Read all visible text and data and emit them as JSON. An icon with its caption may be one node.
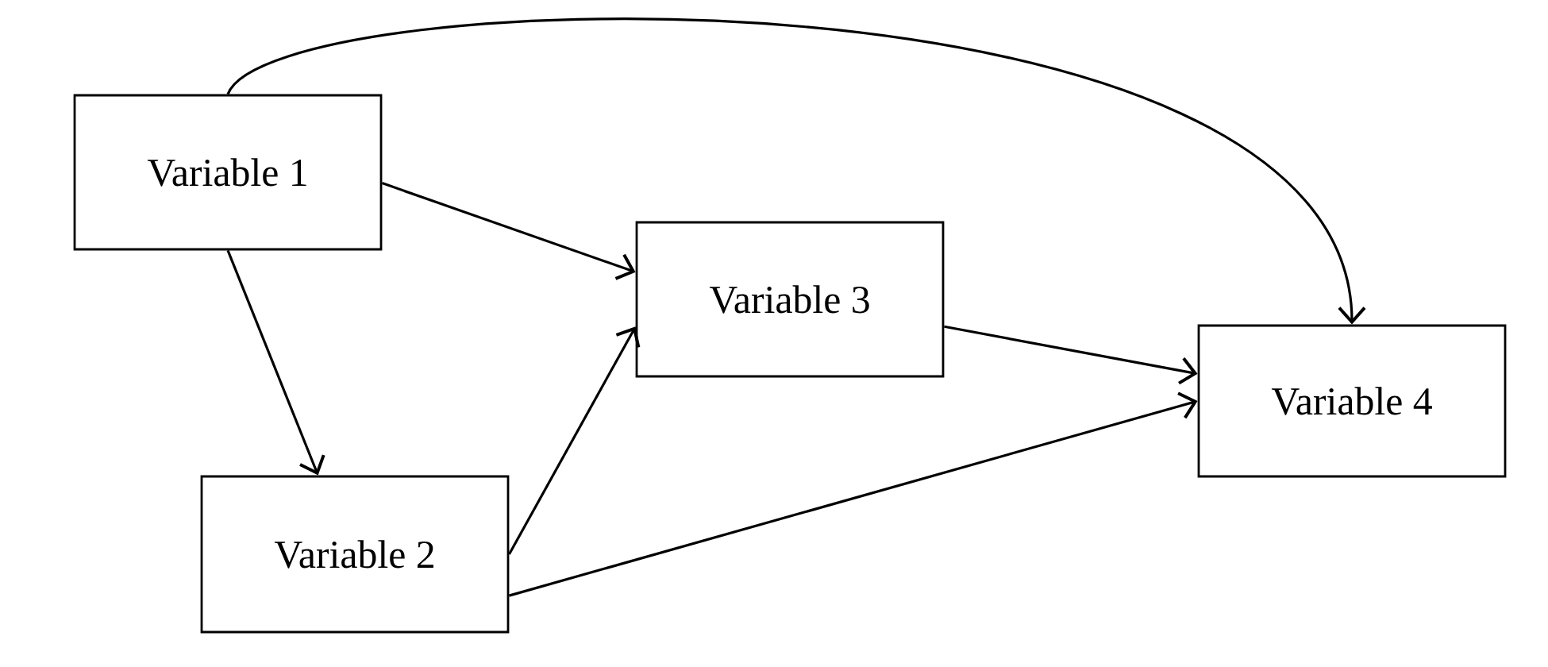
{
  "diagram": {
    "nodes": [
      {
        "text": [
          "Variable 1"
        ]
      },
      {
        "text": [
          "Variable 2"
        ]
      },
      {
        "text": [
          "Variable 3"
        ]
      },
      {
        "text": [
          "Variable 4"
        ]
      }
    ],
    "edges": [
      {
        "from": 0,
        "to": 3,
        "arrow": "to"
      },
      {
        "from": 0,
        "to": 2,
        "arrow": "to"
      },
      {
        "from": 0,
        "to": 1,
        "arrow": "to"
      },
      {
        "from": 1,
        "to": 2,
        "arrow": "to"
      },
      {
        "from": 2,
        "to": 3,
        "arrow": "to"
      },
      {
        "from": 1,
        "to": 3,
        "arrow": "to"
      }
    ]
  }
}
